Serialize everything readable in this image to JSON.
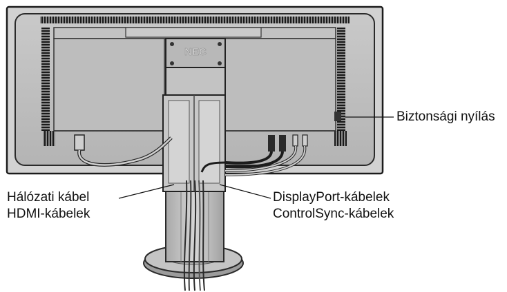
{
  "diagram": {
    "brand_mark": "NEC",
    "labels": {
      "security_slot": "Biztonsági nyílás",
      "power_cable": "Hálózati kábel",
      "hdmi_cables": "HDMI-kábelek",
      "displayport_cables": "DisplayPort-kábelek",
      "controlsync_cables": "ControlSync-kábelek"
    }
  }
}
